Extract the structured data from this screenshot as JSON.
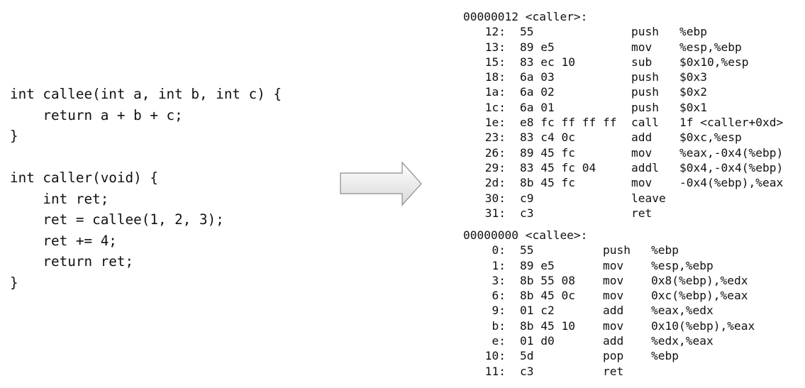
{
  "source_code": [
    "int callee(int a, int b, int c) {",
    "    return a + b + c;",
    "}",
    "",
    "int caller(void) {",
    "    int ret;",
    "    ret = callee(1, 2, 3);",
    "    ret += 4;",
    "    return ret;",
    "}"
  ],
  "arrow_icon": "right-arrow",
  "disassembly": {
    "caller": {
      "header": "00000012 <caller>:",
      "rows": [
        [
          "12:",
          "55",
          "push",
          "%ebp"
        ],
        [
          "13:",
          "89 e5",
          "mov",
          "%esp,%ebp"
        ],
        [
          "15:",
          "83 ec 10",
          "sub",
          "$0x10,%esp"
        ],
        [
          "18:",
          "6a 03",
          "push",
          "$0x3"
        ],
        [
          "1a:",
          "6a 02",
          "push",
          "$0x2"
        ],
        [
          "1c:",
          "6a 01",
          "push",
          "$0x1"
        ],
        [
          "1e:",
          "e8 fc ff ff ff",
          "call",
          "1f <caller+0xd>"
        ],
        [
          "23:",
          "83 c4 0c",
          "add",
          "$0xc,%esp"
        ],
        [
          "26:",
          "89 45 fc",
          "mov",
          "%eax,-0x4(%ebp)"
        ],
        [
          "29:",
          "83 45 fc 04",
          "addl",
          "$0x4,-0x4(%ebp)"
        ],
        [
          "2d:",
          "8b 45 fc",
          "mov",
          "-0x4(%ebp),%eax"
        ],
        [
          "30:",
          "c9",
          "leave",
          ""
        ],
        [
          "31:",
          "c3",
          "ret",
          ""
        ]
      ]
    },
    "callee": {
      "header": "00000000 <callee>:",
      "rows": [
        [
          "0:",
          "55",
          "push",
          "%ebp"
        ],
        [
          "1:",
          "89 e5",
          "mov",
          "%esp,%ebp"
        ],
        [
          "3:",
          "8b 55 08",
          "mov",
          "0x8(%ebp),%edx"
        ],
        [
          "6:",
          "8b 45 0c",
          "mov",
          "0xc(%ebp),%eax"
        ],
        [
          "9:",
          "01 c2",
          "add",
          "%eax,%edx"
        ],
        [
          "b:",
          "8b 45 10",
          "mov",
          "0x10(%ebp),%eax"
        ],
        [
          "e:",
          "01 d0",
          "add",
          "%edx,%eax"
        ],
        [
          "10:",
          "5d",
          "pop",
          "%ebp"
        ],
        [
          "11:",
          "c3",
          "ret",
          ""
        ]
      ]
    }
  }
}
